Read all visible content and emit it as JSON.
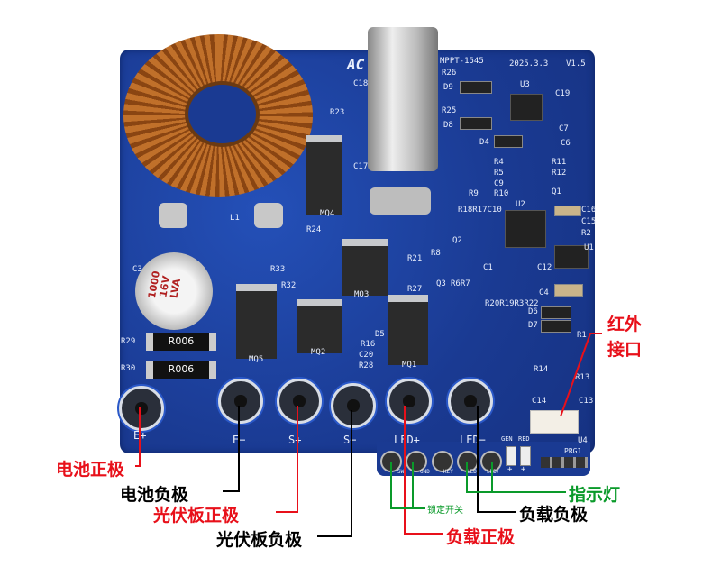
{
  "board": {
    "model": "MPPT-1545",
    "date": "2025.3.3",
    "version": "V1.5",
    "logo_text": "AC",
    "terminals": [
      "E+",
      "E−",
      "S+",
      "S−",
      "LED+",
      "LED−"
    ],
    "small_pins": [
      "SW",
      "GND",
      "KEY",
      "LED-",
      "LED+"
    ],
    "led_labels": [
      "GEN",
      "RED"
    ],
    "led_signs": [
      "+",
      "+"
    ],
    "connector_labels": [
      "PRG1",
      "U4"
    ],
    "resistor_value": "R006",
    "capacitor_text": [
      "1000",
      "16V",
      "LVA"
    ],
    "components": [
      "L1",
      "C3",
      "R23",
      "MQ4",
      "C17",
      "C18",
      "R24",
      "R33",
      "R32",
      "MQ5",
      "MQ2",
      "MQ3",
      "MQ1",
      "R21",
      "R27",
      "R16",
      "C20",
      "R28",
      "D5",
      "R29",
      "R30",
      "R26",
      "D9",
      "R25",
      "D8",
      "U3",
      "C19",
      "C7",
      "C6",
      "D4",
      "R4",
      "R5",
      "C9",
      "R11",
      "R12",
      "R9",
      "R10",
      "Q1",
      "U2",
      "C16",
      "C15",
      "R2",
      "U1",
      "R8",
      "Q2",
      "C1",
      "C12",
      "Q3",
      "R6R7",
      "R18R17C10",
      "R20R19R3R22",
      "C4",
      "D6",
      "D7",
      "R1",
      "R14",
      "R13",
      "C14",
      "C13"
    ]
  },
  "annotations": {
    "battery_positive": "电池正极",
    "battery_negative": "电池负极",
    "pv_positive": "光伏板正极",
    "pv_negative": "光伏板负极",
    "load_positive": "负载正极",
    "load_negative": "负载负极",
    "indicator_light": "指示灯",
    "lock_switch": "锁定开关",
    "ir_interface_line1": "红外",
    "ir_interface_line2": "接口"
  },
  "colors": {
    "board": "#1d3f9a",
    "red": "#e8101a",
    "green": "#0a9a2a",
    "black": "#000000"
  }
}
